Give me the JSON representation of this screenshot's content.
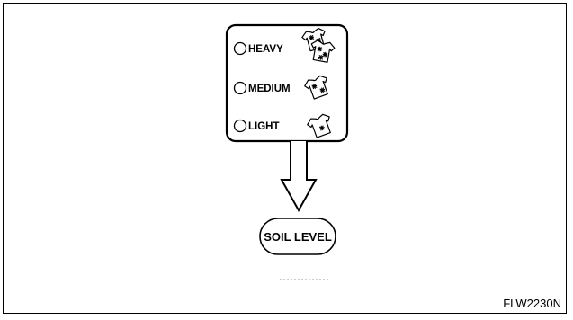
{
  "panel": {
    "options": [
      {
        "label": "HEAVY",
        "icon": "heavily-soiled-shirt-icon"
      },
      {
        "label": "MEDIUM",
        "icon": "medium-soiled-shirt-icon"
      },
      {
        "label": "LIGHT",
        "icon": "lightly-soiled-shirt-icon"
      }
    ]
  },
  "button": {
    "label": "SOIL LEVEL"
  },
  "figure_code": "FLW2230N",
  "colors": {
    "ink": "#000000",
    "background": "#ffffff"
  }
}
